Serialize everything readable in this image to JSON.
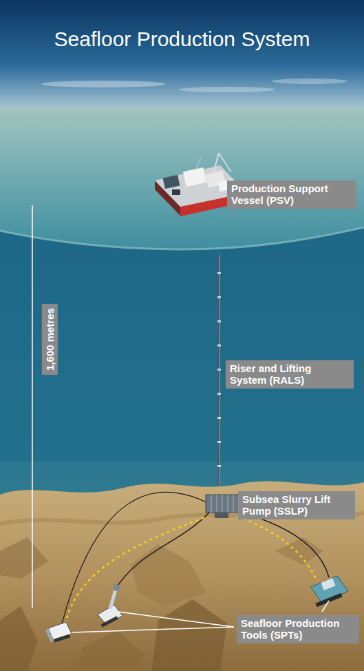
{
  "diagram": {
    "title": "Seafloor Production System",
    "nodes": [
      {
        "text": [
          "Production Support Vessel (PSV)"
        ]
      },
      {
        "text": [
          "1,600 metres"
        ]
      },
      {
        "text": [
          "Riser and Lifting System (RALS)"
        ]
      },
      {
        "text": [
          "Subsea Slurry Lift Pump (SSLP)"
        ]
      },
      {
        "text": [
          "Seafloor Production Tools (SPTs)"
        ]
      }
    ]
  }
}
